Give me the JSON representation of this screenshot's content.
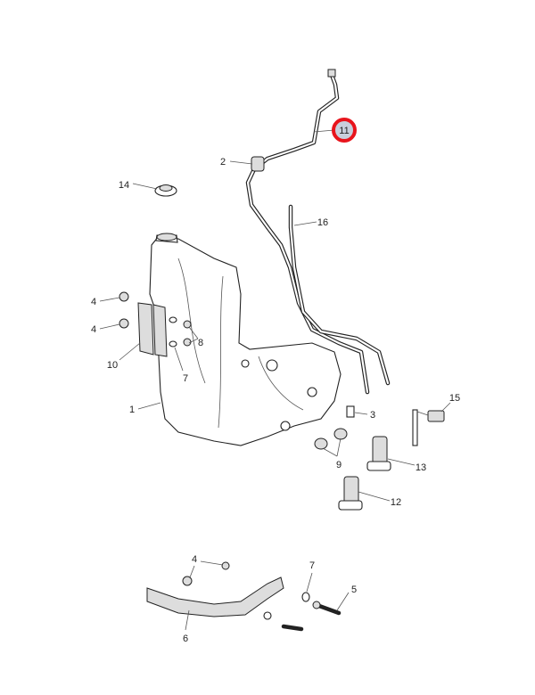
{
  "diagram": {
    "highlighted_callout": "11",
    "highlight_color": "#e8141c",
    "highlight_fill": "#c8cfdc",
    "callouts": {
      "c1": "1",
      "c2": "2",
      "c3": "3",
      "c4a": "4",
      "c4b": "4",
      "c4c": "4",
      "c5": "5",
      "c6": "6",
      "c7a": "7",
      "c7b": "7",
      "c8": "8",
      "c9": "9",
      "c10": "10",
      "c11": "11",
      "c12": "12",
      "c13": "13",
      "c14": "14",
      "c15": "15",
      "c16": "16"
    }
  }
}
